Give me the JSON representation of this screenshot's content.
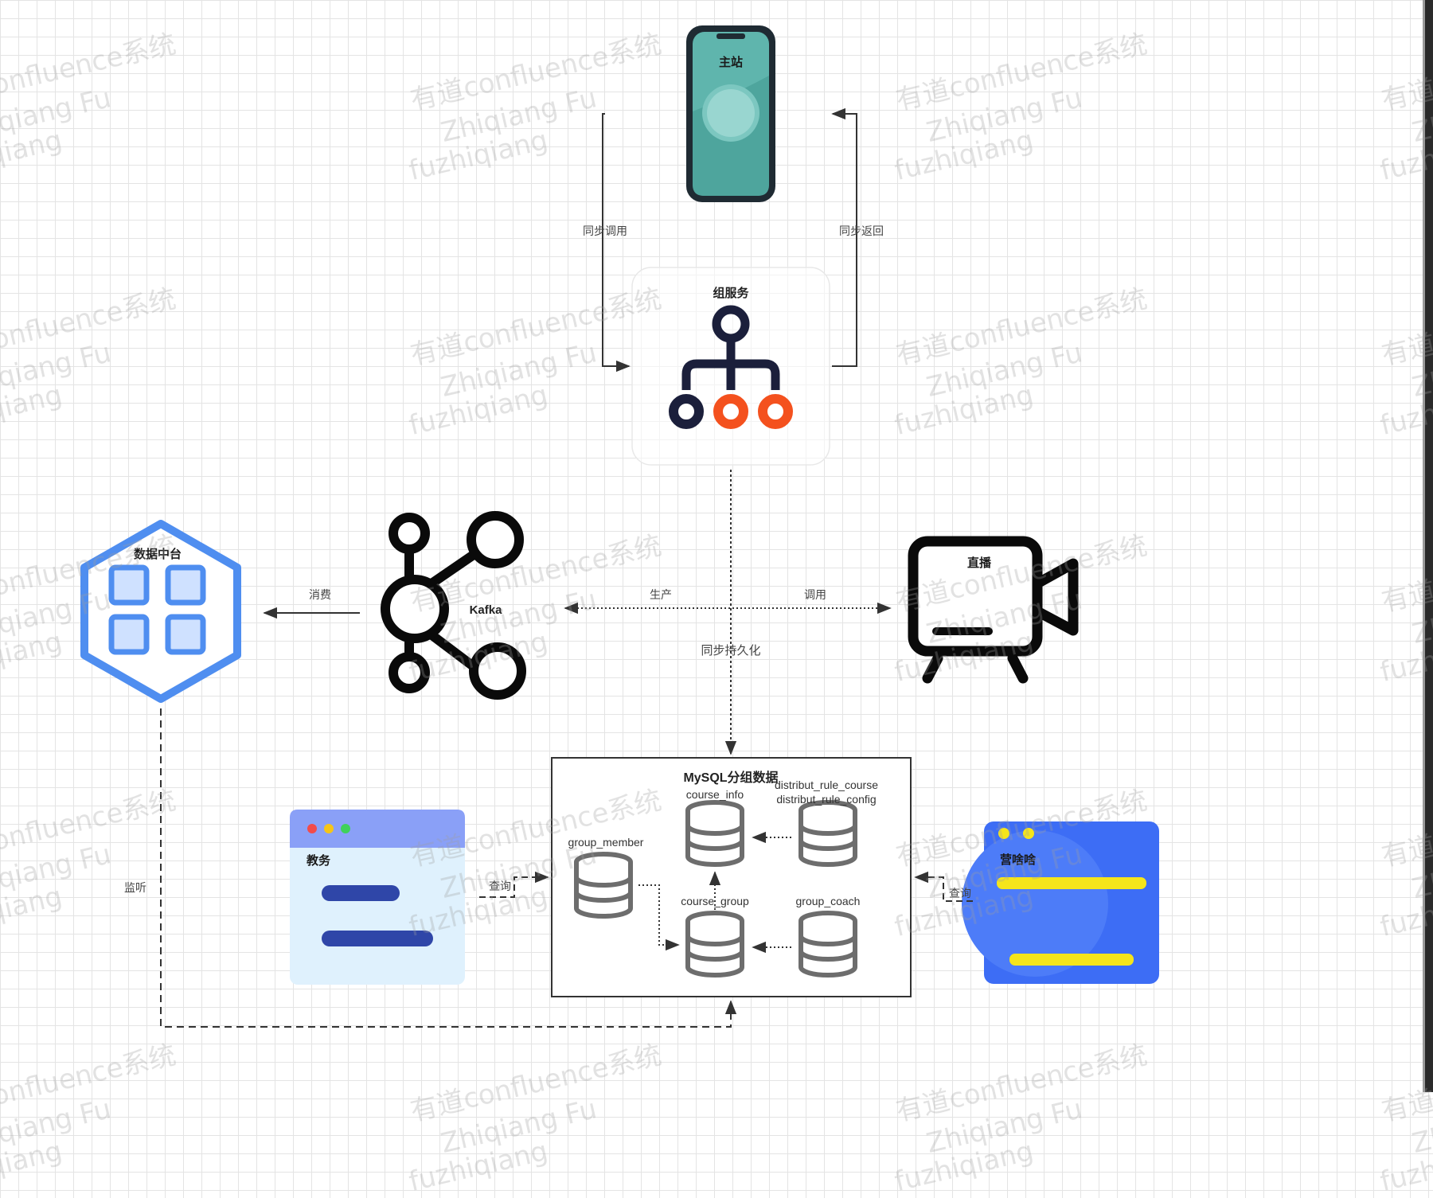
{
  "nodes": {
    "main_site": "主站",
    "group_service": "组服务",
    "data_platform": "数据中台",
    "kafka": "Kafka",
    "live": "直播",
    "mysql": "MySQL分组数据",
    "academic": "教务",
    "marketing": "营啥啥"
  },
  "tables": {
    "course_info": "course_info",
    "distribute_rule": "distribut_rule_course\ndistribut_rule_config",
    "group_member": "group_member",
    "course_group": "course_group",
    "group_coach": "group_coach"
  },
  "edges": {
    "sync_call": "同步调用",
    "sync_return": "同步返回",
    "consume": "消费",
    "produce": "生产",
    "invoke": "调用",
    "sync_persist": "同步持久化",
    "listen": "监听",
    "query_left": "查询",
    "query_right": "查询"
  },
  "watermark": {
    "line1": "有道confluence系统",
    "line2": "Zhiqiang Fu",
    "line3": "fuzhiqiang"
  },
  "colors": {
    "phone_screen": "#5fb5ad",
    "hexagon": "#4f8ef0",
    "org_orange": "#f4511e",
    "org_navy": "#1b1f3b",
    "academic_header": "#8aa0f7",
    "academic_body": "#dff1fd",
    "academic_bar": "#2f46a8",
    "marketing_blue": "#3d6df5",
    "marketing_yellow": "#f5e51b"
  }
}
